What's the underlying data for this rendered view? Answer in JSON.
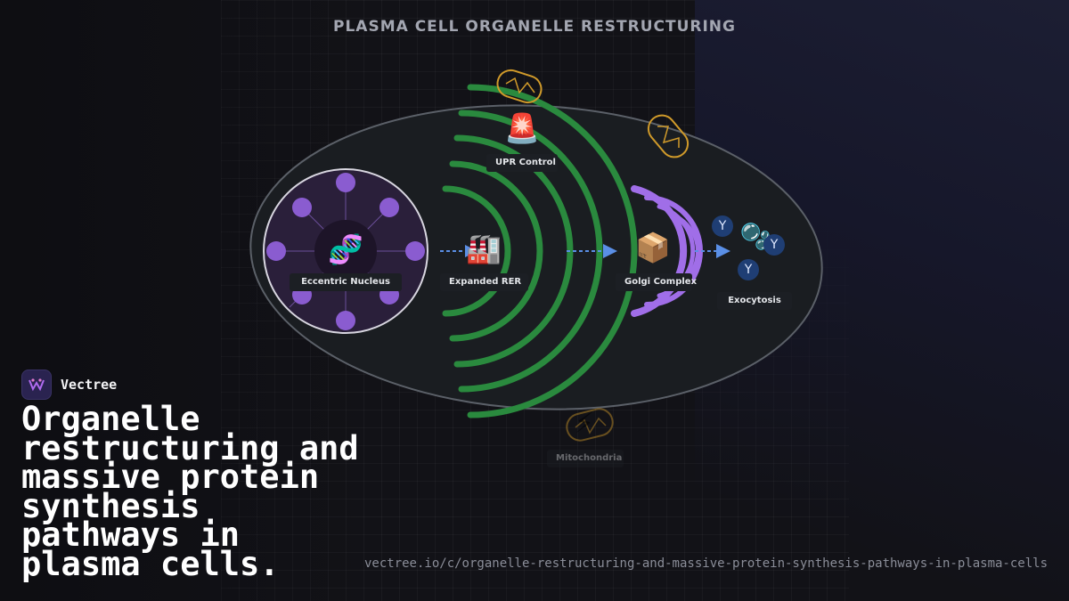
{
  "title": "PLASMA CELL ORGANELLE RESTRUCTURING",
  "organelles": {
    "nucleus": {
      "label": "Eccentric Nucleus",
      "icon": "🧬",
      "icon_name": "dna-icon"
    },
    "rer": {
      "label": "Expanded RER",
      "icon": "🏭",
      "icon_name": "factory-icon"
    },
    "upr": {
      "label": "UPR Control",
      "icon": "🚨",
      "icon_name": "siren-icon"
    },
    "golgi": {
      "label": "Golgi Complex",
      "icon": "📦",
      "icon_name": "package-icon"
    },
    "exocytosis": {
      "label": "Exocytosis",
      "icon": "🫧",
      "icon_name": "bubbles-icon",
      "antibody_glyph": "Y"
    },
    "mitochondria": {
      "label": "Mitochondria",
      "icon": "⚡",
      "icon_name": "lightning-icon"
    }
  },
  "brand": {
    "name": "Vectree"
  },
  "headline": "Organelle restructuring and massive protein synthesis pathways in plasma cells.",
  "url": "vectree.io/c/organelle-restructuring-and-massive-protein-synthesis-pathways-in-plasma-cells",
  "colors": {
    "rer": "#2a8a3e",
    "golgi": "#a06ee8",
    "nucleus": "#8a5cd0",
    "mitochondria": "#d09a2a",
    "arrow": "#5a8fe6",
    "antibody": "#1f3e74"
  }
}
